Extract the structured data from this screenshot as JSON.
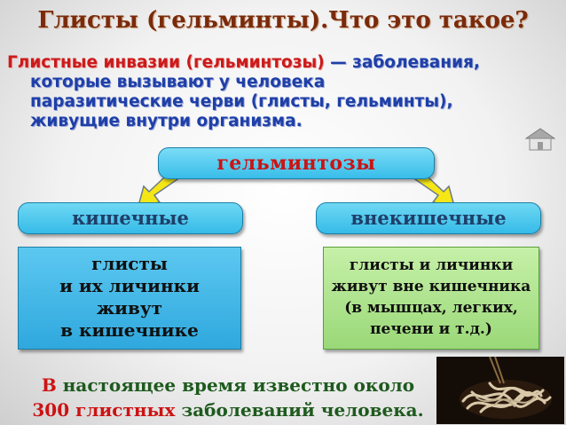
{
  "title": "Глисты (гельминты).Что это такое?",
  "intro": {
    "highlight": "Глистные инвазии (гельминтозы)",
    "rest_line1": " — заболевания,",
    "line2": "которые вызывают у человека",
    "line3": "паразитические черви (глисты, гельминты),",
    "line4": "живущие внутри организма."
  },
  "diagram": {
    "root": "гельминтозы",
    "left_category": "кишечные",
    "right_category": "внекишечные",
    "left_description": [
      "глисты",
      "и их личинки",
      "живут",
      "в кишечнике"
    ],
    "right_description": [
      "глисты и личинки",
      "живут вне кишечника",
      "(в мышцах, легких,",
      "печени и т.д.)"
    ]
  },
  "footer": {
    "part1_highlight": "В",
    "part1_rest": " настоящее время известно около",
    "part2_highlight": "300 глистных",
    "part2_rest": " заболеваний человека."
  },
  "colors": {
    "title": "#7a2a0a",
    "intro_text": "#1f3fa8",
    "intro_highlight": "#cc1a1a",
    "box_blue": "#38bde9",
    "box_green": "#9ad878",
    "arrow_yellow": "#f5e616",
    "footer_text": "#1e5a1e",
    "footer_highlight": "#cc1313"
  },
  "icons": [
    "home-icon",
    "arrow-down-left-icon",
    "arrow-down-right-icon",
    "worms-photo"
  ]
}
